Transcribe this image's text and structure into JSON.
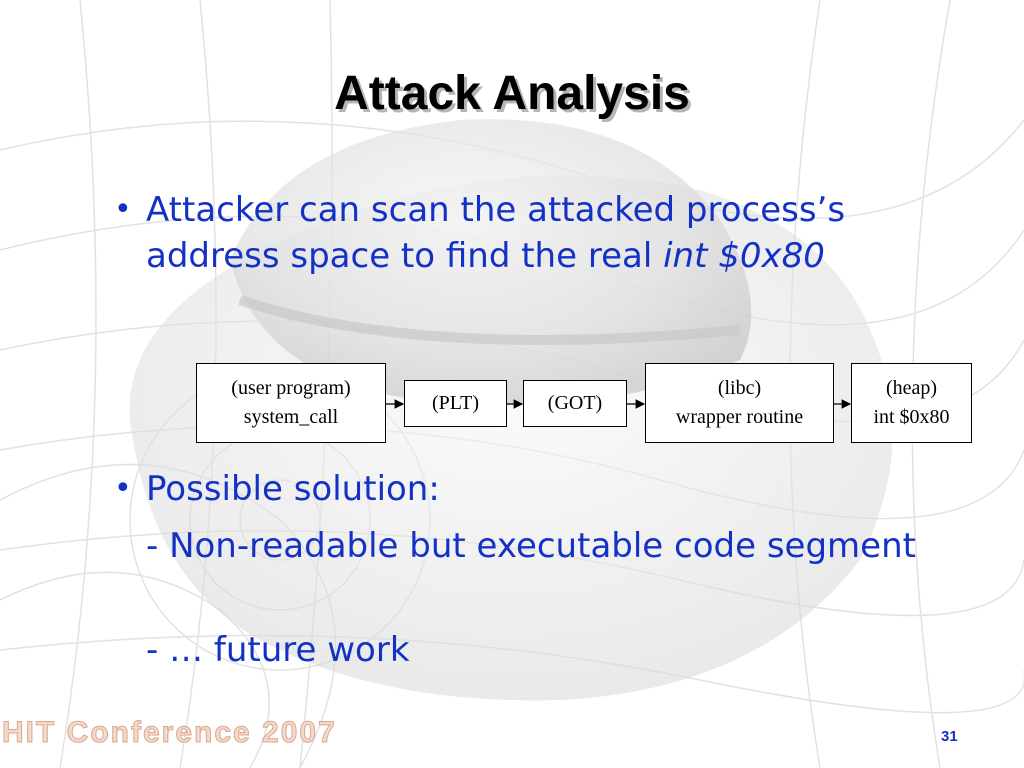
{
  "slide": {
    "title": "Attack Analysis",
    "bullets": [
      {
        "text": "Attacker can scan the attacked process’s address space to find the real ",
        "italic_suffix": "int $0x80"
      },
      {
        "text": "Possible solution:"
      }
    ],
    "sub_items": [
      " - Non-readable but executable code segment",
      " - … future work"
    ],
    "bullet_glyph": "•",
    "text_color": "#1431c6"
  },
  "diagram": {
    "boxes": [
      {
        "line1": "(user program)",
        "line2": "system_call"
      },
      {
        "line1": "(PLT)"
      },
      {
        "line1": "(GOT)"
      },
      {
        "line1": "(libc)",
        "line2": "wrapper routine"
      },
      {
        "line1": "(heap)",
        "line2": "int $0x80"
      }
    ]
  },
  "footer": {
    "conference": "HIT Conference 2007",
    "page_number": "31"
  }
}
